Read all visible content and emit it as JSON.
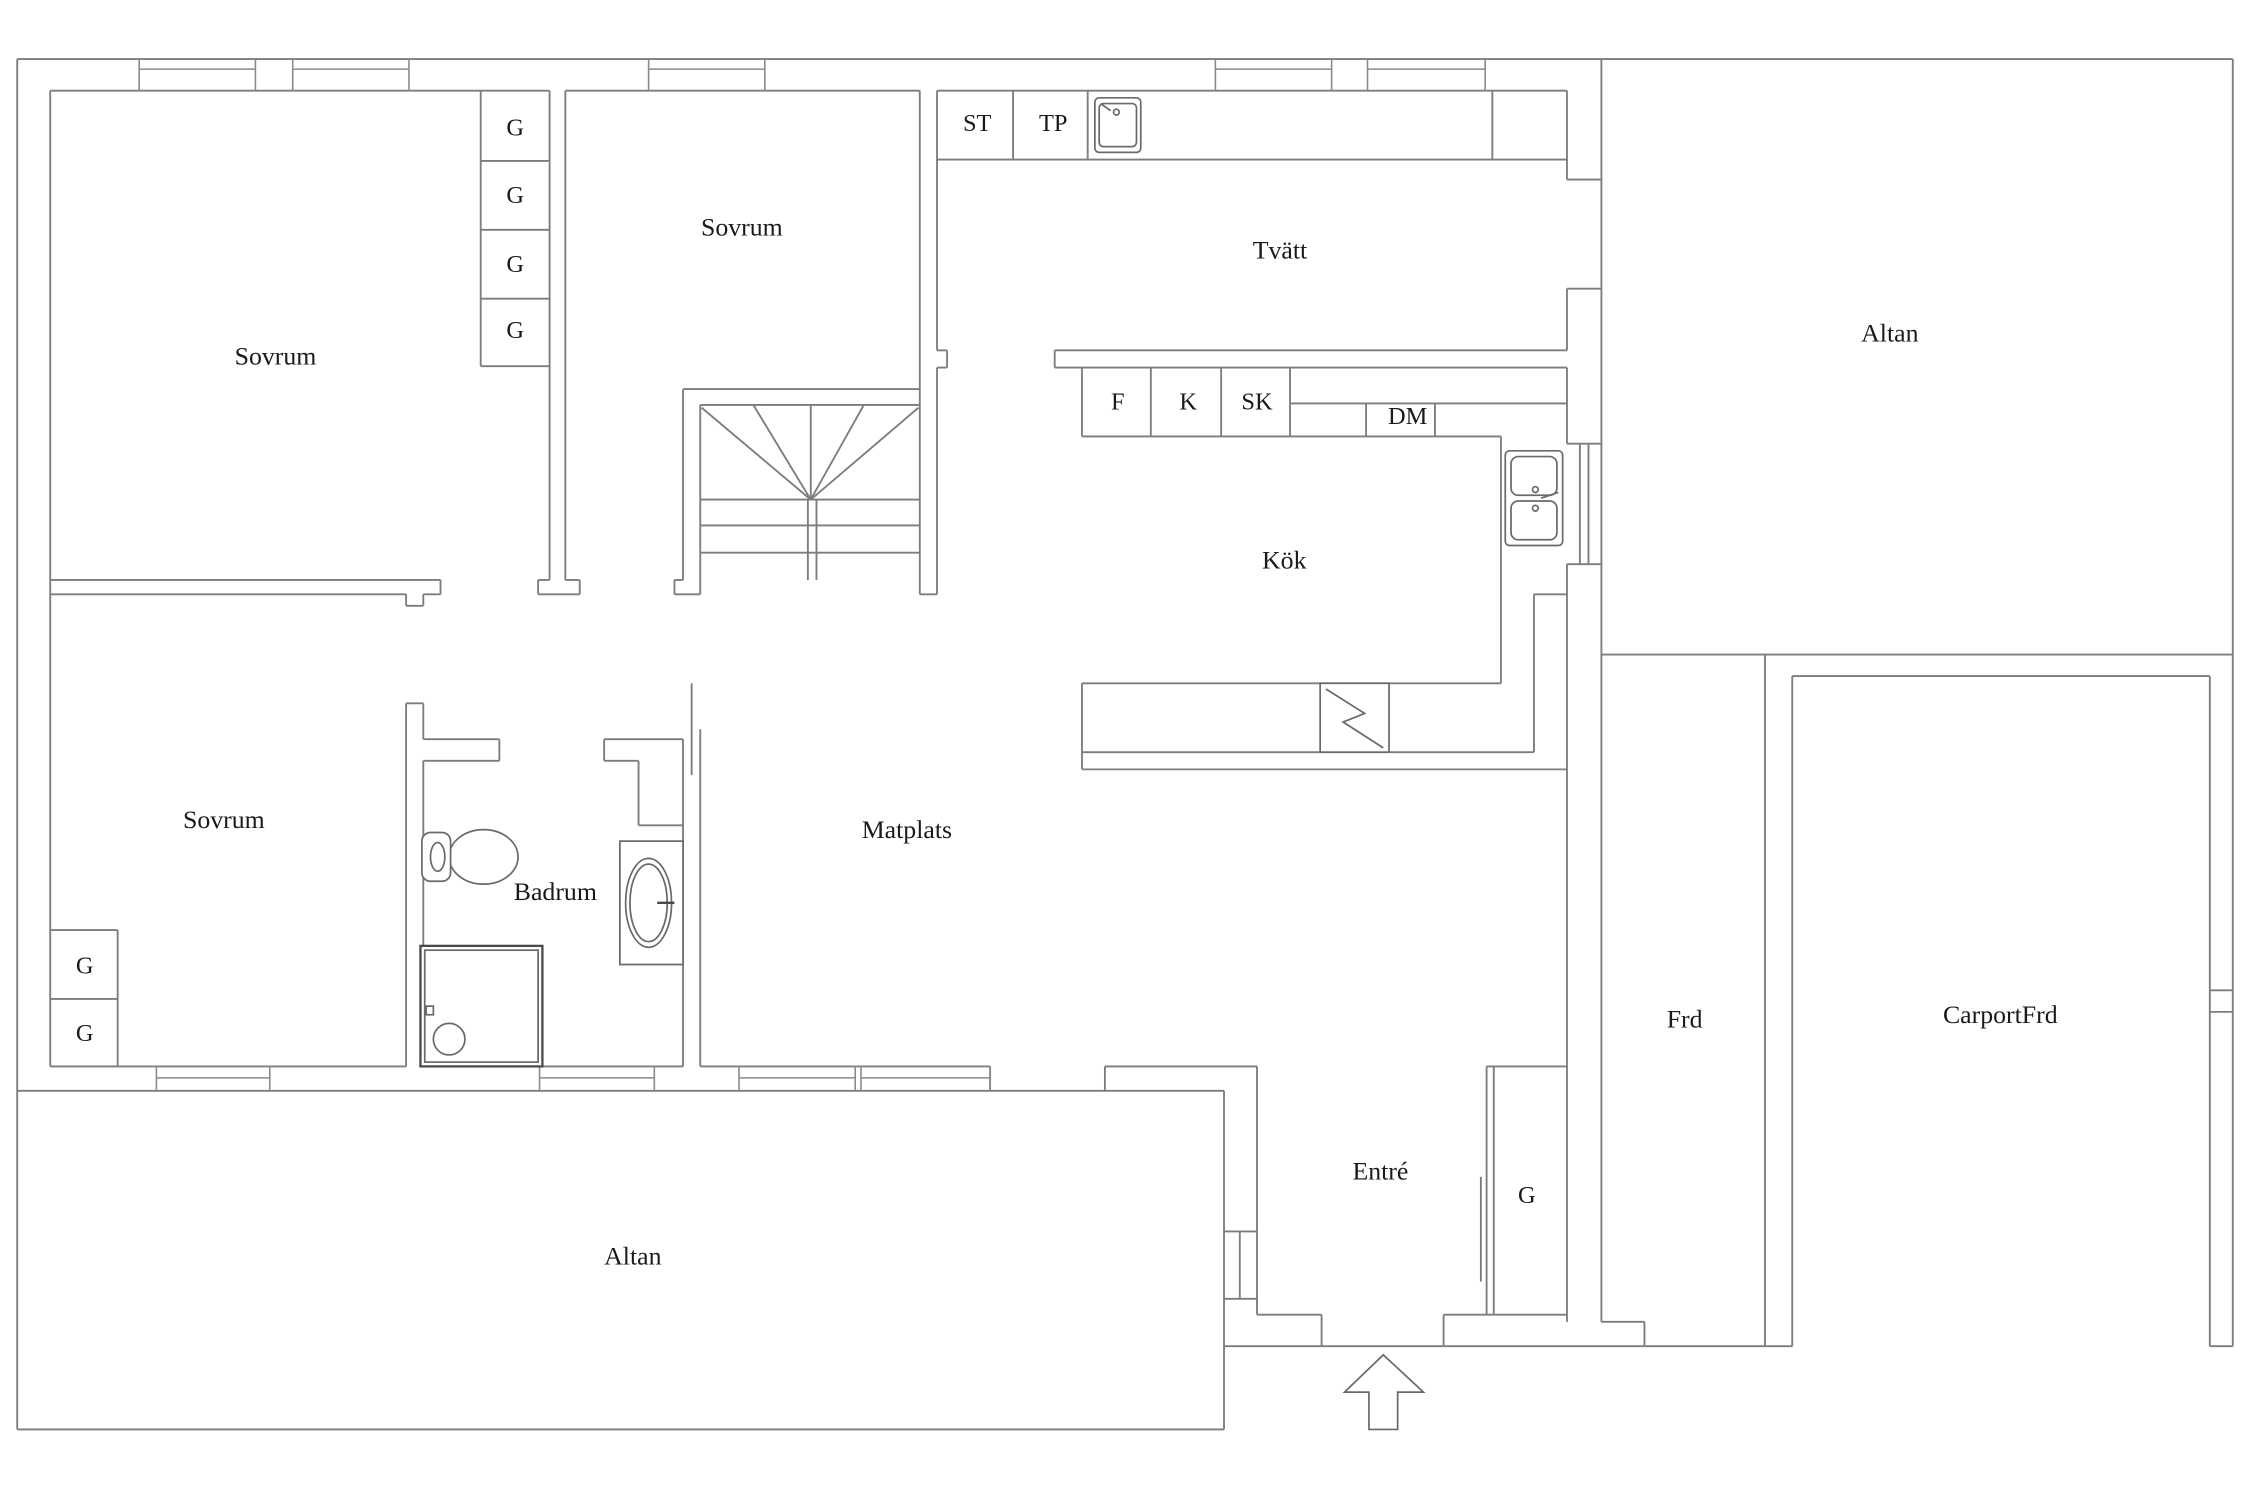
{
  "rooms": {
    "sovrum_1": "Sovrum",
    "sovrum_2": "Sovrum",
    "sovrum_3": "Sovrum",
    "tvatt": "Tvätt",
    "kok": "Kök",
    "matplats": "Matplats",
    "badrum": "Badrum",
    "entre": "Entré",
    "altan_top": "Altan",
    "altan_bottom": "Altan",
    "frd": "Frd",
    "carport": "CarportFrd"
  },
  "fixtures": {
    "wardrobes_sovrum_1": [
      "G",
      "G",
      "G",
      "G"
    ],
    "wardrobes_sovrum_3": [
      "G",
      "G"
    ],
    "wardrobe_entre": "G",
    "laundry": [
      "ST",
      "TP"
    ],
    "kitchen": [
      "F",
      "K",
      "SK",
      "DM"
    ]
  },
  "icons": {
    "entrance": "arrow-up-icon",
    "stove": "stove-icon",
    "kitchen_sink": "double-sink-icon",
    "laundry_sink": "sink-icon",
    "wash_basin": "wash-basin-icon",
    "toilet": "toilet-icon",
    "shower": "shower-icon"
  },
  "colors": {
    "background": "#ffffff",
    "wall": "#7d7d7d",
    "text": "#1a1a1a"
  }
}
